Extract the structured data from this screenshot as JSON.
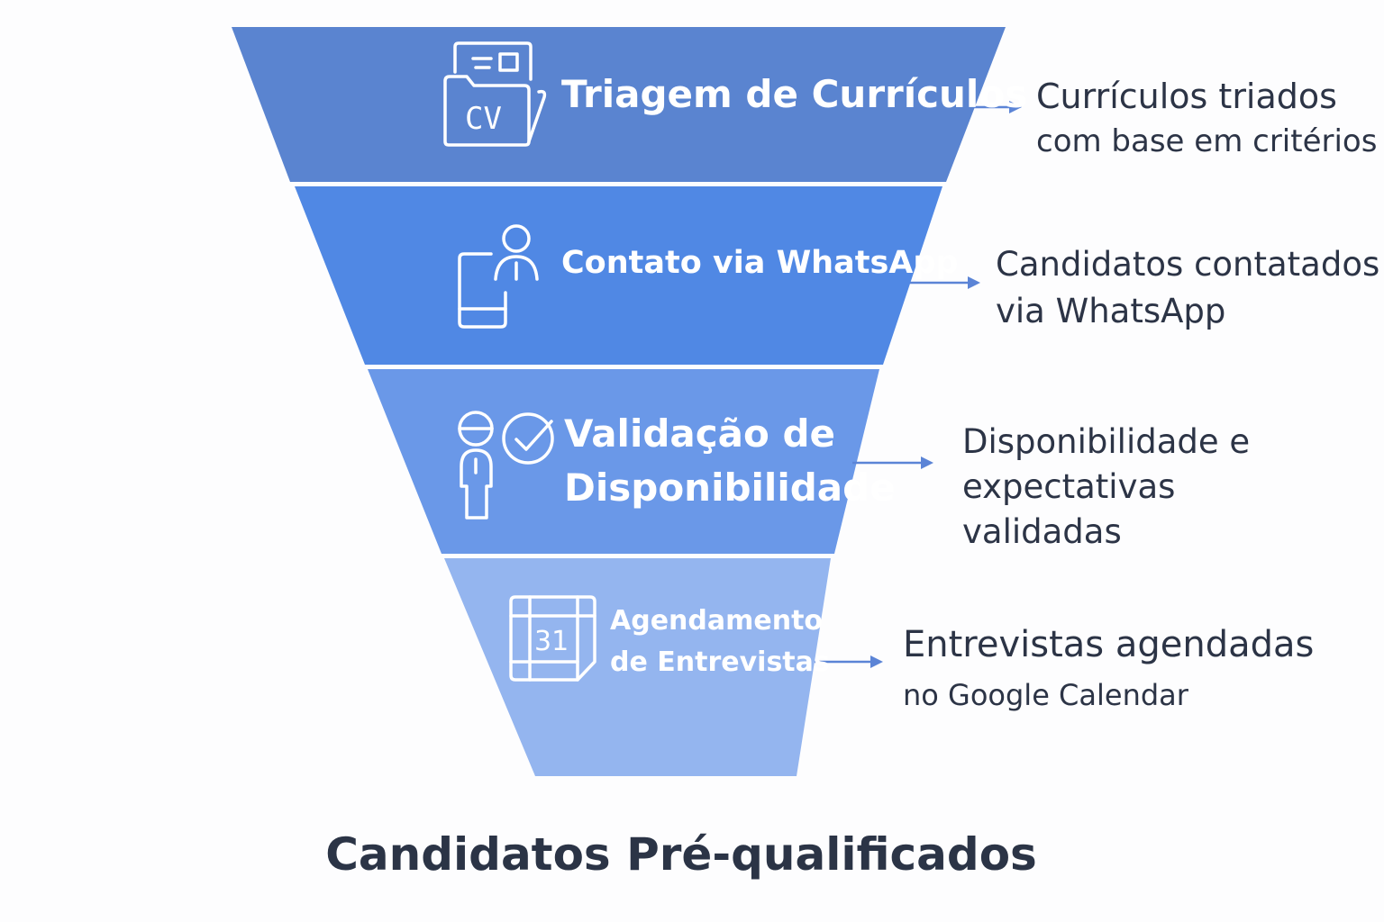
{
  "stages": [
    {
      "label_line1": "Triagem de Currículos",
      "label_line2": "",
      "icon": "cv-folder-icon",
      "color": "#5a84d0",
      "description_line1": "Currículos triados",
      "description_line2": "com base em critérios",
      "description_line3": ""
    },
    {
      "label_line1": "Contato via WhatsApp",
      "label_line2": "",
      "icon": "phone-person-icon",
      "color": "#5088e4",
      "description_line1": "Candidatos contatados",
      "description_line2": "via WhatsApp",
      "description_line3": ""
    },
    {
      "label_line1": "Validação de",
      "label_line2": "Disponibilidade",
      "icon": "person-check-icon",
      "color": "#6a98e8",
      "description_line1": "Disponibilidade e",
      "description_line2": "expectativas",
      "description_line3": "validadas"
    },
    {
      "label_line1": "Agendamento",
      "label_line2": "de Entrevistas",
      "icon": "calendar-icon",
      "icon_text": "31",
      "color": "#94b5ef",
      "description_line1": "Entrevistas agendadas",
      "description_line2": "no Google Calendar",
      "description_line3": ""
    }
  ],
  "output_label": "Candidatos Pré-qualificados"
}
